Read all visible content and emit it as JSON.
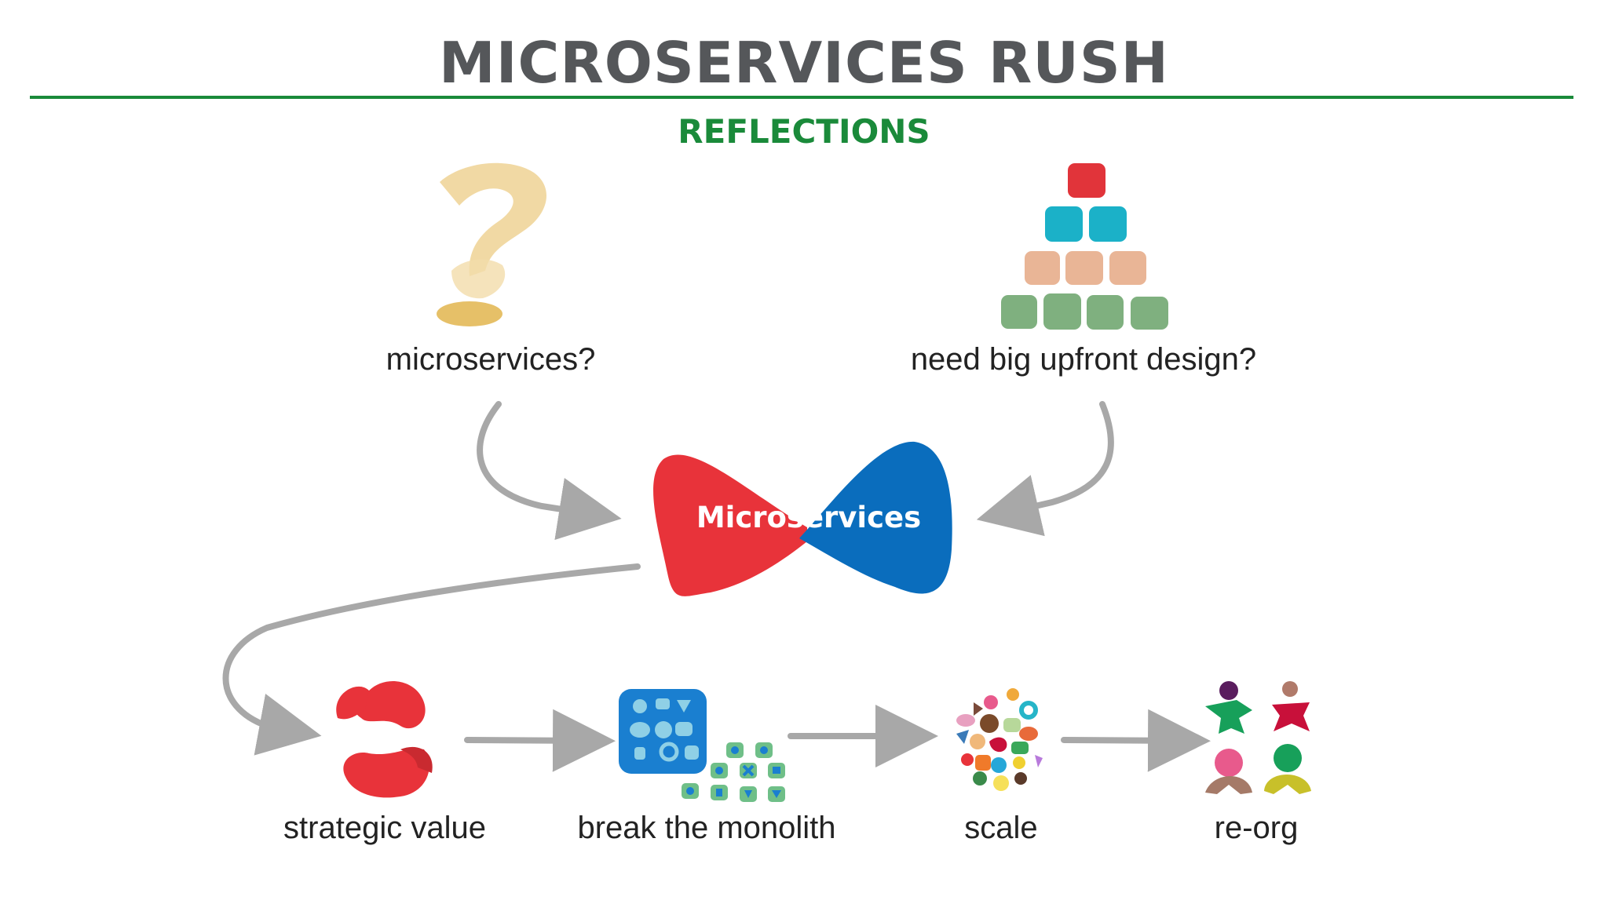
{
  "slide": {
    "title": "MICROSERVICES RUSH",
    "subtitle": "REFLECTIONS"
  },
  "diagram": {
    "center": "Microservices",
    "inputs": [
      {
        "label": "microservices?",
        "icon": "question-mark-icon"
      },
      {
        "label": "need big upfront design?",
        "icon": "pyramid-blocks-icon"
      }
    ],
    "steps": [
      {
        "label": "strategic value",
        "icon": "swirl-icon"
      },
      {
        "label": "break the monolith",
        "icon": "monolith-pieces-icon"
      },
      {
        "label": "scale",
        "icon": "shape-cluster-icon"
      },
      {
        "label": "re-org",
        "icon": "people-icon"
      }
    ]
  },
  "colors": {
    "title": "#55575a",
    "accent_green": "#1a8a3a",
    "bowtie_red": "#e8333a",
    "bowtie_blue": "#0a6dbd",
    "arrow_gray": "#a8a8a8"
  }
}
